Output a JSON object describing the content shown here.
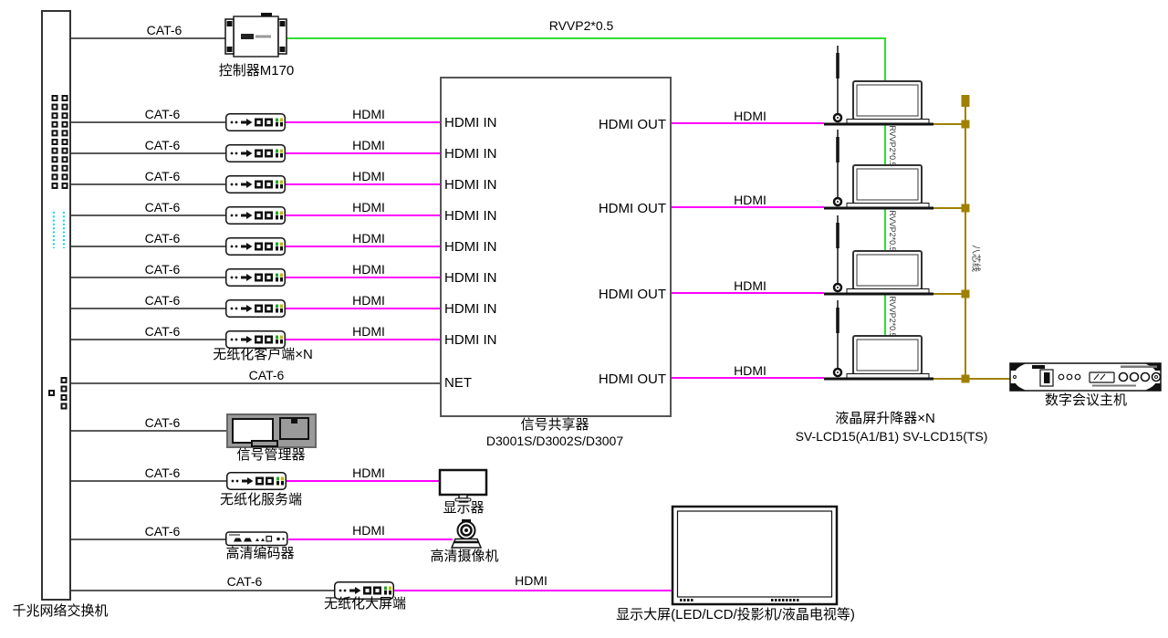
{
  "links": {
    "cat6": "CAT-6",
    "hdmi": "HDMI",
    "rvvp": "RVVP2*0.5",
    "eight_core": "八芯线"
  },
  "ports": {
    "hdmi_in": "HDMI IN",
    "hdmi_out": "HDMI OUT",
    "net": "NET"
  },
  "devices": {
    "switch": "千兆网络交换机",
    "controller": "控制器M170",
    "paperless_client": "无纸化客户端×N",
    "sharer_name": "信号共享器",
    "sharer_model": "D3001S/D3002S/D3007",
    "signal_manager": "信号管理器",
    "paperless_server": "无纸化服务端",
    "monitor": "显示器",
    "hd_encoder": "高清编码器",
    "hd_camera": "高清摄像机",
    "paperless_bigscreen": "无纸化大屏端",
    "big_display": "显示大屏(LED/LCD/投影机/液晶电视等)",
    "lcd_lifter": "液晶屏升降器×N",
    "lcd_lifter_models": "SV-LCD15(A1/B1)  SV-LCD15(TS)",
    "conference_host": "数字会议主机"
  },
  "colors": {
    "hdmi_line": "#ff00ff",
    "network_line": "#5a5a5a",
    "rvvp_line": "#33dd33",
    "eight_core_line": "#a08000",
    "port_dots": "#00e0e0"
  }
}
